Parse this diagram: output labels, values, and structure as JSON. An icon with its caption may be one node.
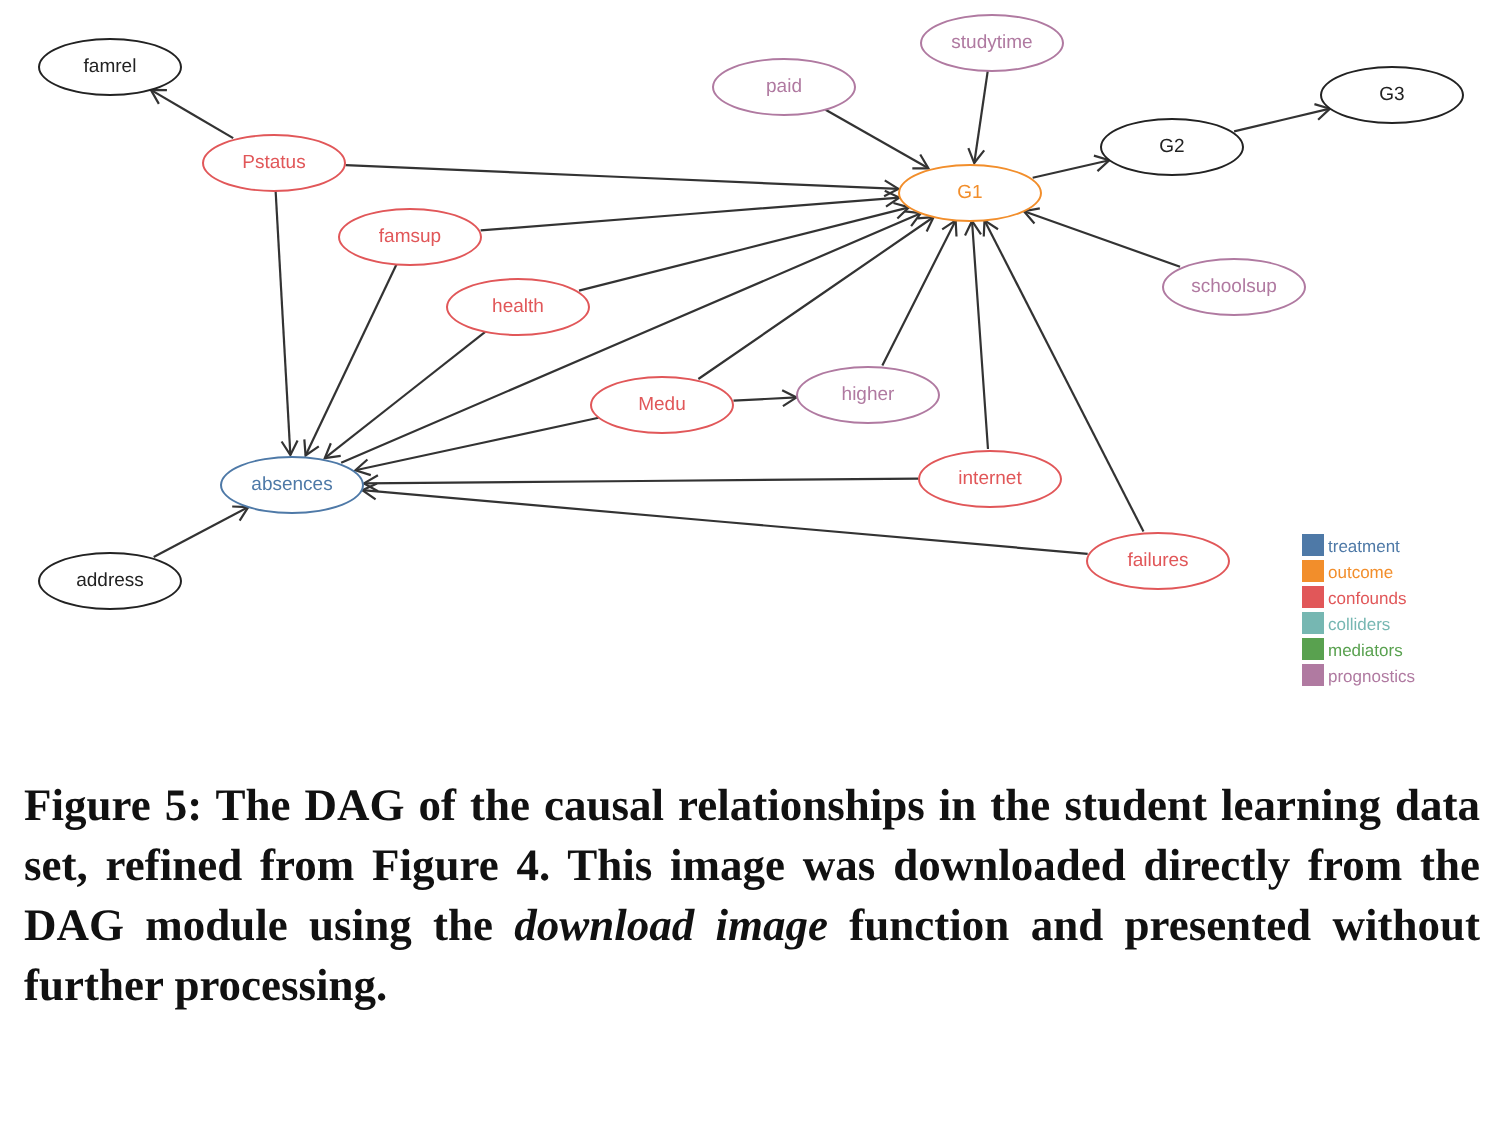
{
  "diagram": {
    "caption": "Figure 5: The DAG of the causal relationships in the student learning data set, refined from Figure 4. This image was downloaded directly from the DAG module using the *download image* function and presented without further processing.",
    "nodes": [
      {
        "text": [
          "famrel"
        ]
      },
      {
        "text": [
          "Pstatus"
        ]
      },
      {
        "text": [
          "famsup"
        ]
      },
      {
        "text": [
          "health"
        ]
      },
      {
        "text": [
          "studytime"
        ]
      },
      {
        "text": [
          "paid"
        ]
      },
      {
        "text": [
          "G1"
        ]
      },
      {
        "text": [
          "G2"
        ]
      },
      {
        "text": [
          "G3"
        ]
      },
      {
        "text": [
          "schoolsup"
        ]
      },
      {
        "text": [
          "Medu"
        ]
      },
      {
        "text": [
          "higher"
        ]
      },
      {
        "text": [
          "absences"
        ]
      },
      {
        "text": [
          "internet"
        ]
      },
      {
        "text": [
          "failures"
        ]
      },
      {
        "text": [
          "address"
        ]
      }
    ],
    "edges": [
      {
        "from": 1,
        "to": 0,
        "arrow": "to"
      },
      {
        "from": 1,
        "to": 6,
        "arrow": "to"
      },
      {
        "from": 1,
        "to": 12,
        "arrow": "to"
      },
      {
        "from": 2,
        "to": 6,
        "arrow": "to"
      },
      {
        "from": 2,
        "to": 12,
        "arrow": "to"
      },
      {
        "from": 3,
        "to": 6,
        "arrow": "to"
      },
      {
        "from": 3,
        "to": 12,
        "arrow": "to"
      },
      {
        "from": 12,
        "to": 6,
        "arrow": "to"
      },
      {
        "from": 10,
        "to": 12,
        "arrow": "to"
      },
      {
        "from": 10,
        "to": 11,
        "arrow": "to"
      },
      {
        "from": 10,
        "to": 6,
        "arrow": "to"
      },
      {
        "from": 11,
        "to": 6,
        "arrow": "to"
      },
      {
        "from": 13,
        "to": 12,
        "arrow": "to"
      },
      {
        "from": 13,
        "to": 6,
        "arrow": "to"
      },
      {
        "from": 14,
        "to": 12,
        "arrow": "to"
      },
      {
        "from": 14,
        "to": 6,
        "arrow": "to"
      },
      {
        "from": 5,
        "to": 6,
        "arrow": "to"
      },
      {
        "from": 4,
        "to": 6,
        "arrow": "to"
      },
      {
        "from": 6,
        "to": 7,
        "arrow": "to"
      },
      {
        "from": 7,
        "to": 8,
        "arrow": "to"
      },
      {
        "from": 9,
        "to": 6,
        "arrow": "to"
      },
      {
        "from": 15,
        "to": 12,
        "arrow": "to"
      }
    ],
    "legend": [
      {
        "text": "treatment",
        "color": "#4e79a7"
      },
      {
        "text": "outcome",
        "color": "#f28e2b"
      },
      {
        "text": "confounds",
        "color": "#e15759"
      },
      {
        "text": "colliders",
        "color": "#76b7b2"
      },
      {
        "text": "mediators",
        "color": "#59a14f"
      },
      {
        "text": "prognostics",
        "color": "#b07aa1"
      }
    ]
  }
}
